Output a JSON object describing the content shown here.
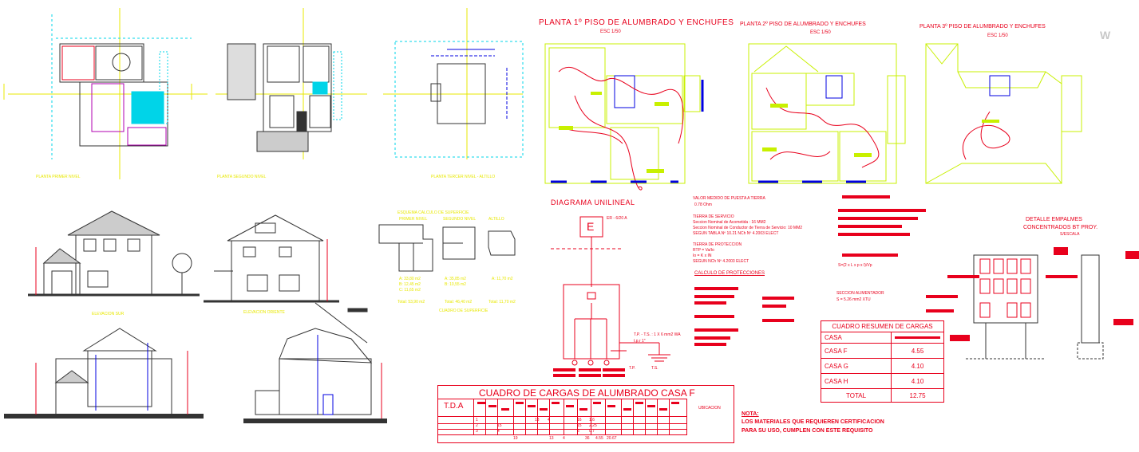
{
  "labels": {
    "planta_1_title": "PLANTA 1º PISO DE ALUMBRADO Y ENCHUFES",
    "planta_1_esc": "ESC 1/50",
    "planta_2_title": "PLANTA 2º PISO DE ALUMBRADO Y ENCHUFES",
    "planta_2_esc": "ESC 1/50",
    "planta_3_title": "PLANTA 3º PISO DE ALUMBRADO Y ENCHUFES",
    "planta_3_esc": "ESC 1/50",
    "diagrama_unilineal": "DIAGRAMA UNILINEAL",
    "tablero_letter": "E",
    "tablero_ref": "ER - 6/20 A",
    "tp_ts": "T.P. - T.S. : 1 X 6 mm2 WA",
    "tp_tubo": "t.p.r 1\"",
    "tp": "T.P.",
    "ts": "T.S.",
    "planta_primer": "PLANTA PRIMER NIVEL",
    "planta_segundo": "PLANTA SEGUNDO NIVEL",
    "planta_tercer": "PLANTA TERCER NIVEL - ALTILLO",
    "esquema_title": "ESQUEMA CALCULO DE SUPERFICIE",
    "esquema_cols": [
      "PRIMER NIVEL",
      "SEGUNDO NIVEL",
      "ALTILLO"
    ],
    "sup_1": [
      "A: 33,80 m2",
      "B: 12,45 m2",
      "C: 11,65 m2"
    ],
    "sup_2": [
      "A: 35,85 m2",
      "B: 10,55 m2"
    ],
    "sup_3": [
      "A: 11,70 m2"
    ],
    "total_1": "Total: 53,90 m2",
    "total_2": "Total: 46,40 m2",
    "total_3": "Total: 11,70 m2",
    "cuadro_superficie": "CUADRO DE SUPERFICIE",
    "elevacion_sur": "ELEVACION SUR",
    "elevacion_oriente": "ELEVACION ORIENTE",
    "valor_medido": "VALOR MEDIDO DE PUESTA A TIERRA",
    "valor_ohm": "0.78 Ohm",
    "tierra_servicio": "TIERRA DE SERVICIO",
    "tierra_servicio_lines": [
      "Seccion Nominal de Acometida : 16 MM2",
      "Seccion Nominal de Conductor de Tierra de Servicio: 10 MM2",
      "SEGUN TABLA Nº 10.21 NCh Nº 4.2003 ELECT"
    ],
    "tierra_proteccion": "TIERRA DE PROTECCION",
    "tierra_proteccion_lines": [
      "RTP = Va/Io",
      "Io = K x IN",
      "SEGUN NCh Nº 4.2003 ELECT"
    ],
    "calculo_protecciones": "CALCULO DE PROTECCIONES",
    "formula": "S=(2 x L x p x I)/Vp",
    "seccion_alimentador": "SECCION ALIMENTADOR",
    "seccion_valor": "S = 5.26 mm2 XTU",
    "detalle_empalmes": "DETALLE EMPALMES",
    "concentrados": "CONCENTRADOS BT PROY.",
    "s_escala": "S/ESCALA",
    "watermark": "W"
  },
  "cuadro_resumen": {
    "title": "CUADRO RESUMEN DE CARGAS",
    "header": "CASA",
    "rows": [
      {
        "name": "CASA F",
        "value": "4.55"
      },
      {
        "name": "CASA G",
        "value": "4.10"
      },
      {
        "name": "CASA H",
        "value": "4.10"
      }
    ],
    "total_label": "TOTAL",
    "total_value": "12.75"
  },
  "cuadro_cargas": {
    "title": "CUADRO DE CARGAS DE ALUMBRADO CASA F",
    "tda": "T.D.A",
    "ubicacion": "UBICACION",
    "rows": [
      [
        "1",
        "",
        "13",
        "4",
        "",
        "16",
        "1.6"
      ],
      [
        "2",
        "15",
        "",
        "",
        "",
        "15",
        "2.25"
      ],
      [
        "3",
        "4",
        "",
        "",
        "",
        "5",
        "0.7"
      ]
    ],
    "totals": [
      "19",
      "13",
      "4",
      "36",
      "4.55",
      "20.67"
    ]
  },
  "nota": {
    "label": "NOTA:",
    "line1": "LOS MATERIALES QUE REQUIEREN CERTIFICACION",
    "line2": "PARA SU USO, CUMPLEN CON ESTE REQUISITO"
  },
  "colors": {
    "red": "#e8001c",
    "yellow": "#e8e800",
    "cyan": "#00d4e8",
    "green": "#c8f000",
    "blue": "#0000e0",
    "magenta": "#b000b0"
  }
}
